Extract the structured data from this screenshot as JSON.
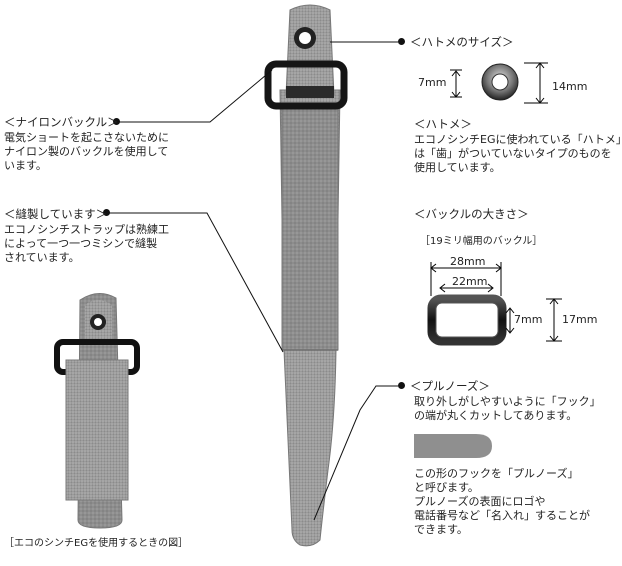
{
  "ann_buckle": {
    "heading": "＜ナイロンバックル＞",
    "lines": [
      "電気ショートを起こさないために",
      "ナイロン製のバックルを使用して",
      "います。"
    ]
  },
  "ann_sewn": {
    "heading": "＜縫製しています＞",
    "lines": [
      "エコノシンチストラップは熟練工",
      "によって一つ一つミシンで縫製",
      "されています。"
    ]
  },
  "ann_eyelet_size": {
    "heading": "＜ハトメのサイズ＞",
    "inner": "7mm",
    "outer": "14mm"
  },
  "ann_eyelet": {
    "heading": "＜ハトメ＞",
    "lines": [
      "エコノシンチEGに使われている「ハトメ」",
      "は「歯」がついていないタイプのものを",
      "使用しています。"
    ]
  },
  "ann_buckle_size": {
    "heading": "＜バックルの大きさ＞",
    "note": "［19ミリ幅用のバックル］",
    "outer_w": "28mm",
    "inner_w": "22mm",
    "inner_h": "7mm",
    "outer_h": "17mm"
  },
  "ann_pullnose": {
    "heading": "＜プルノーズ＞",
    "lines": [
      "取り外しがしやすいように「フック」",
      "の端が丸くカットしてあります。"
    ],
    "desc": [
      "この形のフックを「プルノーズ」",
      "と呼びます。",
      "プルノーズの表面にロゴや",
      "電話番号など「名入れ」することが",
      "できます。"
    ]
  },
  "caption": "［エコのシンチEGを使用するときの図］"
}
